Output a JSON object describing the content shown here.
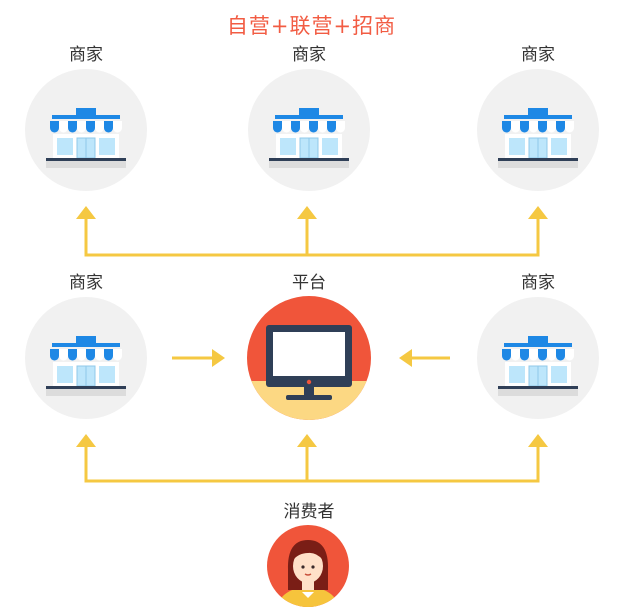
{
  "title": "自营+联营+招商",
  "colors": {
    "title": "#f25c43",
    "arrow": "#f5c842",
    "node_bg": "#f1f1f1",
    "platform_bg": "#f0553a",
    "platform_base": "#fcd883",
    "monitor": "#2f3f57",
    "awning_blue": "#1e88e5",
    "window_blue": "#bde6fb",
    "consumer_bg": "#f0553a"
  },
  "nodes": {
    "top_left": {
      "label": "商家",
      "icon": "storefront-icon"
    },
    "top_center": {
      "label": "商家",
      "icon": "storefront-icon"
    },
    "top_right": {
      "label": "商家",
      "icon": "storefront-icon"
    },
    "mid_left": {
      "label": "商家",
      "icon": "storefront-icon"
    },
    "platform": {
      "label": "平台",
      "icon": "monitor-icon"
    },
    "mid_right": {
      "label": "商家",
      "icon": "storefront-icon"
    },
    "consumer": {
      "label": "消费者",
      "icon": "person-icon"
    }
  }
}
